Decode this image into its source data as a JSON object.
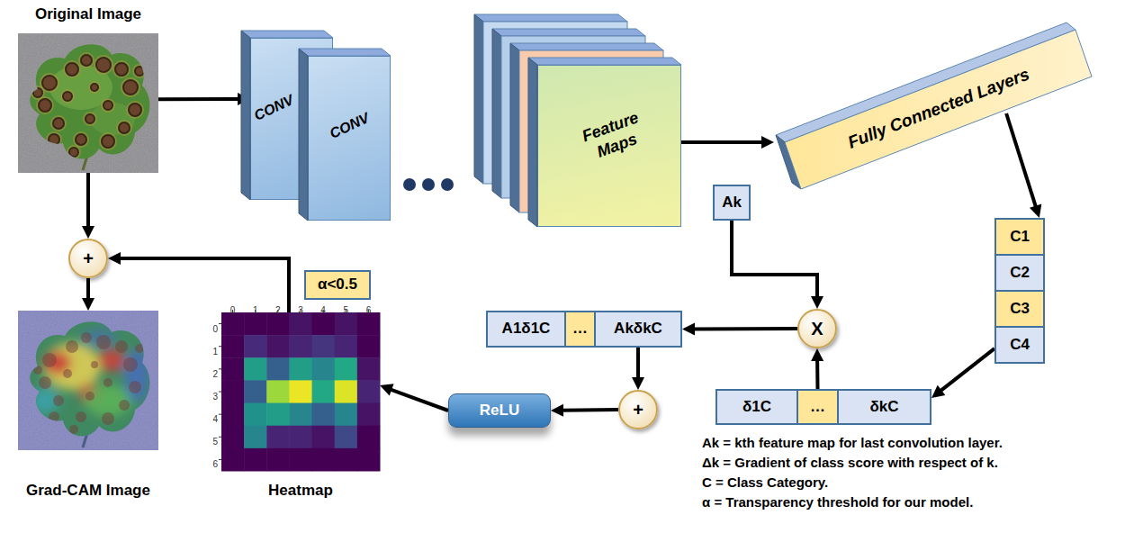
{
  "diagram": {
    "nodes": [
      {
        "text": [
          "Original Image"
        ]
      },
      {
        "text": [
          "CONV"
        ]
      },
      {
        "text": [
          "CONV"
        ]
      },
      {
        "text": [
          "Feature Maps"
        ]
      },
      {
        "text": [
          "Fully Connected Layers"
        ]
      },
      {
        "text": [
          "C1"
        ]
      },
      {
        "text": [
          "C2"
        ]
      },
      {
        "text": [
          "C3"
        ]
      },
      {
        "text": [
          "C4"
        ]
      },
      {
        "text": [
          "Ak"
        ]
      },
      {
        "text": [
          "X"
        ]
      },
      {
        "text": [
          "δ1C"
        ]
      },
      {
        "text": [
          "…"
        ]
      },
      {
        "text": [
          "δkC"
        ]
      },
      {
        "text": [
          "A1δ1C"
        ]
      },
      {
        "text": [
          "…"
        ]
      },
      {
        "text": [
          "AkδkC"
        ]
      },
      {
        "text": [
          "+"
        ]
      },
      {
        "text": [
          "ReLU"
        ]
      },
      {
        "text": [
          "Heatmap"
        ]
      },
      {
        "text": [
          "α<0.5"
        ]
      },
      {
        "text": [
          "+"
        ]
      },
      {
        "text": [
          "Grad-CAM Image"
        ]
      }
    ],
    "edges": [
      {
        "from": 0,
        "to": 1,
        "arrow": "to"
      },
      {
        "from": 3,
        "to": 4,
        "arrow": "to"
      },
      {
        "from": 4,
        "to": 5,
        "arrow": "to"
      },
      {
        "from": 8,
        "to": 13,
        "arrow": "to"
      },
      {
        "from": 9,
        "to": 10,
        "arrow": "to"
      },
      {
        "from": 12,
        "to": 10,
        "arrow": "to"
      },
      {
        "from": 10,
        "to": 16,
        "arrow": "to"
      },
      {
        "from": 16,
        "to": 17,
        "arrow": "to"
      },
      {
        "from": 17,
        "to": 18,
        "arrow": "to"
      },
      {
        "from": 18,
        "to": 19,
        "arrow": "to"
      },
      {
        "from": 19,
        "to": 21,
        "arrow": "to"
      },
      {
        "from": 0,
        "to": 21,
        "arrow": "to"
      },
      {
        "from": 21,
        "to": 22,
        "arrow": "to"
      }
    ],
    "labels": [
      "0",
      "1",
      "2",
      "3",
      "4",
      "5",
      "6",
      "0",
      "1",
      "2",
      "3",
      "4",
      "5",
      "6",
      "Ak = kth feature map for last convolution layer.",
      "Δk = Gradient of class score with respect of k.",
      "C = Class Category.",
      "α = Transparency threshold for our model."
    ]
  }
}
